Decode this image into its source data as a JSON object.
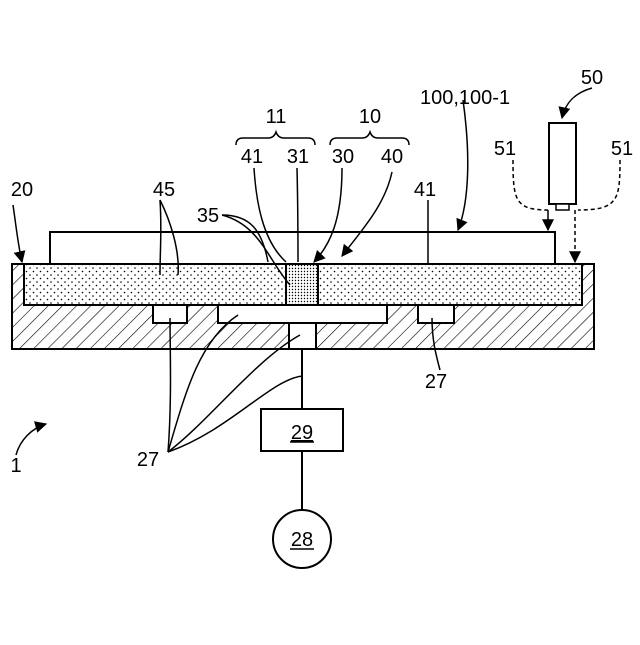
{
  "labels": {
    "l100": "100,100-1",
    "l50": "50",
    "l51a": "51",
    "l51b": "51",
    "l11": "11",
    "l10": "10",
    "l41a": "41",
    "l31": "31",
    "l30": "30",
    "l40": "40",
    "l20": "20",
    "l45": "45",
    "l41b": "41",
    "l35": "35",
    "l27a": "27",
    "l27b": "27",
    "l1": "1",
    "l29": "29",
    "l28": "28"
  }
}
